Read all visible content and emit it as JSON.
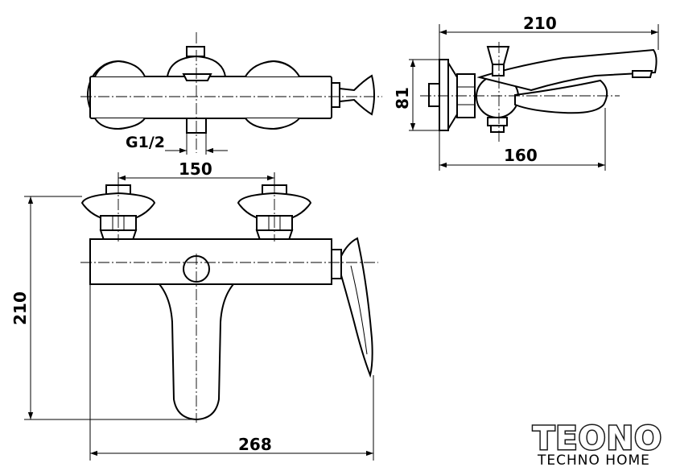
{
  "dimensions": {
    "top_width": "210",
    "side_height": "81",
    "side_depth": "160",
    "inlet_spacing": "150",
    "overall_height": "210",
    "overall_width": "268"
  },
  "labels": {
    "thread": "G1/2"
  },
  "logo": {
    "brand": "TEONO",
    "tagline": "TECHNO HOME"
  }
}
